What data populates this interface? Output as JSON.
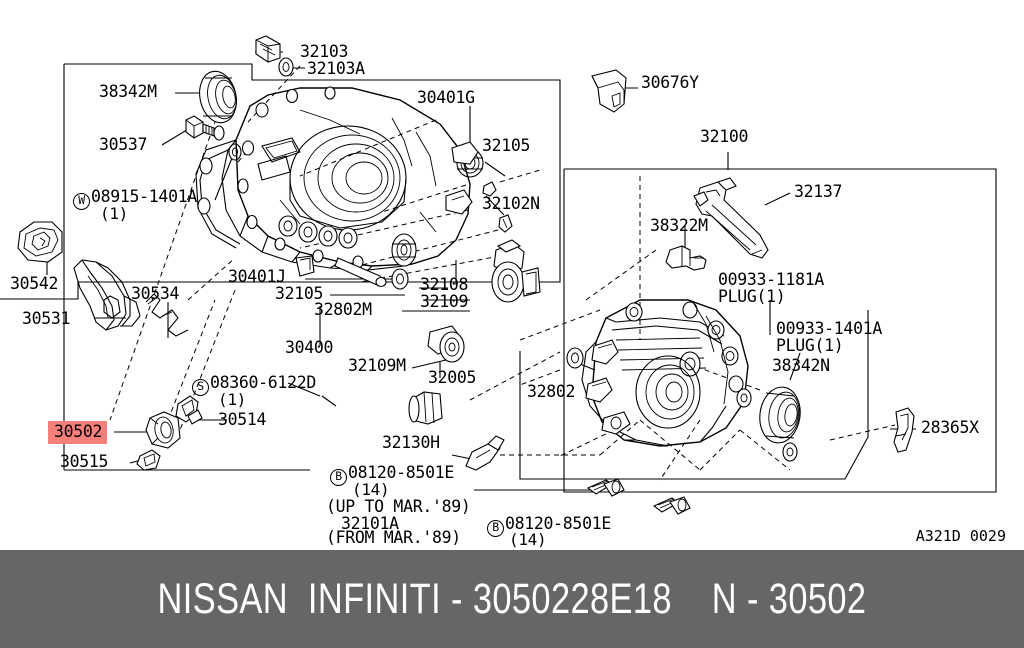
{
  "footer": {
    "text": "NISSAN  INFINITI - 3050228E18    N - 30502"
  },
  "drawing_code": "A321D 0029",
  "highlight_color": "#f9807a",
  "labels": {
    "l_32103": "32103",
    "l_32103A": "32103A",
    "l_38342M": "38342M",
    "l_30537": "30537",
    "l_08915": "08915-1401A",
    "l_08915_qty": "(1)",
    "l_08915_sym": "W",
    "l_30401G": "30401G",
    "l_32105_top": "32105",
    "l_32102N": "32102N",
    "l_30676Y": "30676Y",
    "l_32100": "32100",
    "l_32137": "32137",
    "l_38322M": "38322M",
    "l_00933_1181A": "00933-1181A",
    "l_plug1_a": "PLUG(1)",
    "l_00933_1401A": "00933-1401A",
    "l_plug1_b": "PLUG(1)",
    "l_38342N": "38342N",
    "l_28365X": "28365X",
    "l_32802": "32802",
    "l_30542": "30542",
    "l_30531": "30531",
    "l_30534": "30534",
    "l_30401J": "30401J",
    "l_32105_mid": "32105",
    "l_32802M": "32802M",
    "l_32108": "32108",
    "l_32109": "32109",
    "l_30400": "30400",
    "l_32109M": "32109M",
    "l_32005": "32005",
    "l_08360": "08360-6122D",
    "l_08360_qty": "(1)",
    "l_08360_sym": "S",
    "l_30514": "30514",
    "l_30502": "30502",
    "l_30515": "30515",
    "l_32130H": "32130H",
    "l_08120_a": "08120-8501E",
    "l_08120_a_qty": "(14)",
    "l_08120_a_sym": "B",
    "l_upto": "(UP TO MAR.'89)",
    "l_32101A": "32101A",
    "l_from": "(FROM MAR.'89)",
    "l_08120_b": "08120-8501E",
    "l_08120_b_qty": "(14)",
    "l_08120_b_sym": "B"
  }
}
